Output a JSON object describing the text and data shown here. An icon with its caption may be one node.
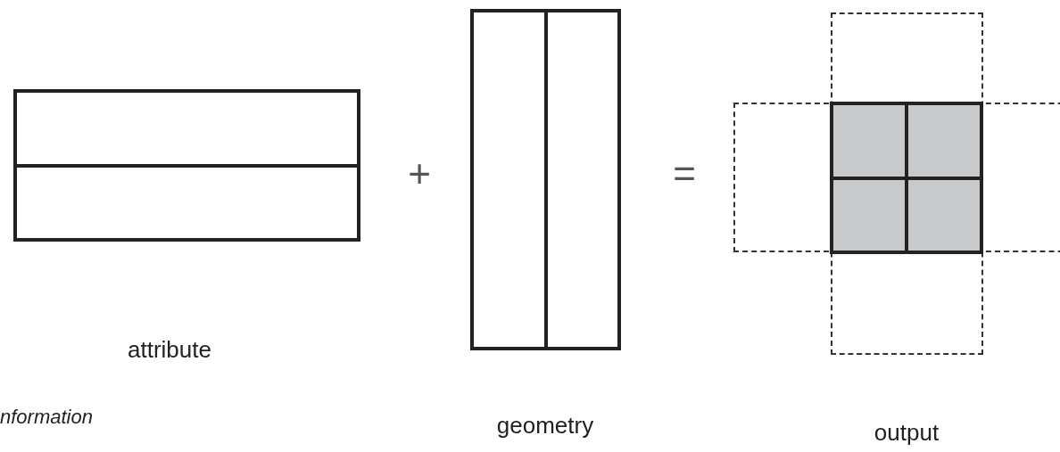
{
  "diagram": {
    "nodes": [
      {
        "text": [],
        "shape": "box"
      },
      {
        "text": [],
        "shape": "box"
      },
      {
        "text": [],
        "shape": "box"
      }
    ],
    "labels": [
      "+",
      "=",
      "attribute",
      "nformation",
      "geometry",
      "output"
    ]
  }
}
